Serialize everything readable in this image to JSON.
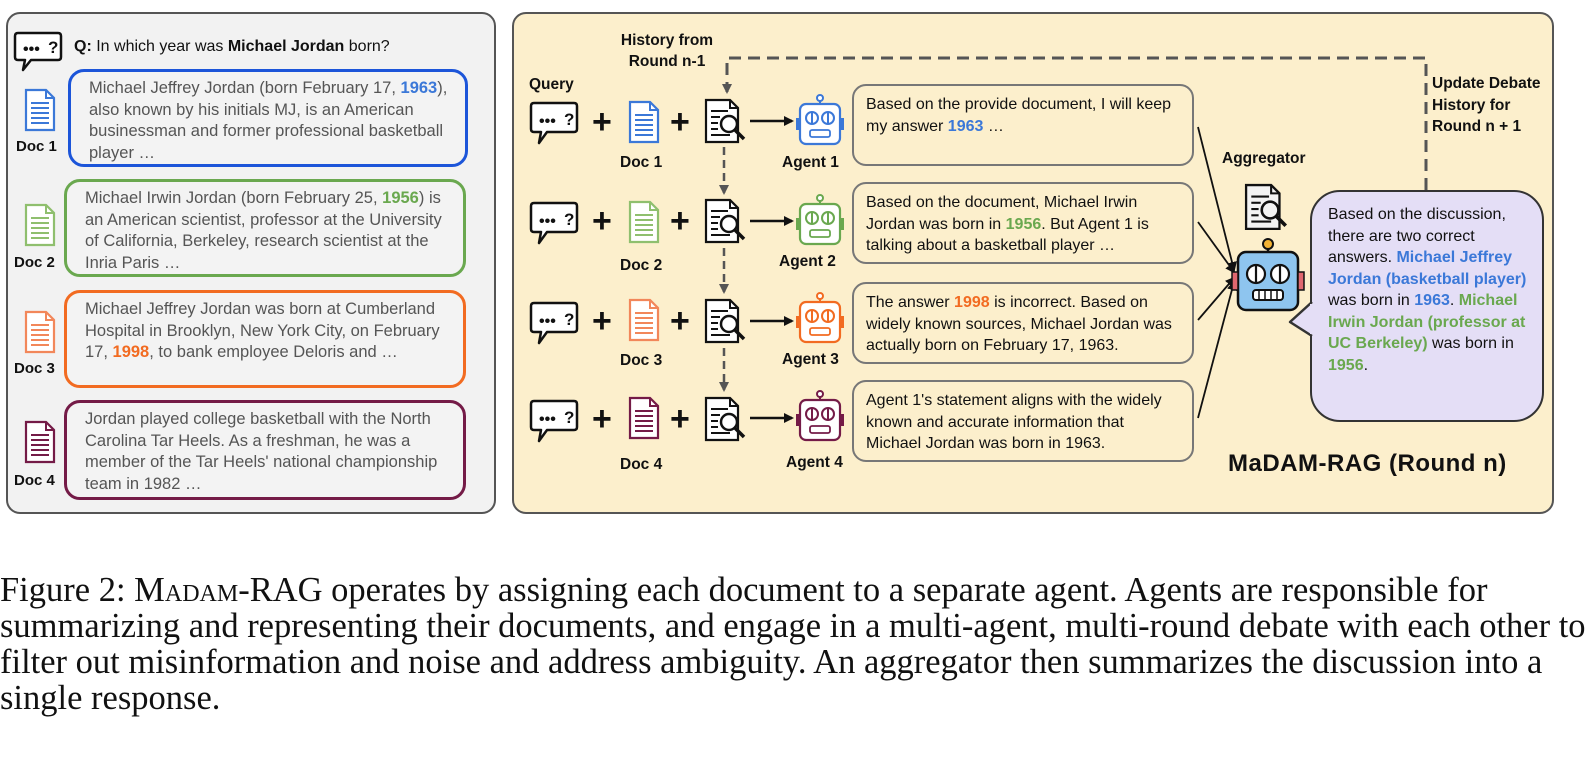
{
  "left_panel": {
    "question_prefix": "Q:",
    "question_pre": "In which year was ",
    "question_bold": "Michael Jordan",
    "question_post": " born?",
    "docs": [
      {
        "label": "Doc 1",
        "pre": "Michael Jeffrey Jordan (born February 17, ",
        "year": "1963",
        "post": "), also known by his initials MJ, is an American businessman and former professional basketball player …",
        "color": "#1c55d9"
      },
      {
        "label": "Doc 2",
        "pre": "Michael Irwin Jordan (born February 25, ",
        "year": "1956",
        "post": ") is an American scientist, professor at the University of California, Berkeley, research scientist at the Inria Paris …",
        "color": "#6aa84f"
      },
      {
        "label": "Doc 3",
        "pre": "Michael Jeffrey Jordan was born at Cumberland Hospital in Brooklyn, New York City, on February 17, ",
        "year": "1998",
        "post": ", to bank employee Deloris and …",
        "color": "#f26b21"
      },
      {
        "label": "Doc 4",
        "pre": "Jordan played college basketball with the North Carolina Tar Heels. As a freshman, he was a member of the Tar Heels' national championship team in 1982  …",
        "year": "",
        "post": "",
        "color": "#741b47"
      }
    ]
  },
  "right_panel": {
    "title": "MaDAM-RAG (Round n)",
    "query_label": "Query",
    "history_label": "History from Round n-1",
    "update_label": "Update Debate History for Round n + 1",
    "aggregator_label": "Aggregator",
    "plus_symbol": "+",
    "agents": [
      {
        "doc_label": "Doc 1",
        "agent_label": "Agent 1",
        "pre": "Based on the provide document, I will keep my answer ",
        "year": "1963",
        "post": " …",
        "color": "#3b78d8"
      },
      {
        "doc_label": "Doc 2",
        "agent_label": "Agent 2",
        "pre": "Based on the document, Michael Irwin Jordan was born in ",
        "year": "1956",
        "post": ". But Agent 1 is talking about a basketball player …",
        "color": "#6aa84f"
      },
      {
        "doc_label": "Doc 3",
        "agent_label": "Agent 3",
        "pre": "The answer ",
        "year": "1998",
        "post": " is incorrect. Based on widely known sources, Michael Jordan was actually born on February 17, 1963.",
        "color": "#f26b21"
      },
      {
        "doc_label": "Doc 4",
        "agent_label": "Agent 4",
        "pre": "Agent 1's statement aligns with the widely known and accurate information that Michael Jordan was born in 1963.",
        "year": "",
        "post": "",
        "color": "#741b47"
      }
    ],
    "aggregator": {
      "t1": "Based on the discussion, there are two correct answers. ",
      "t2": "Michael Jeffrey Jordan (basketball player)",
      "t3": " was born in ",
      "t4": "1963",
      "t5": ". ",
      "t6": "Michael Irwin Jordan (professor at UC Berkeley)",
      "t7": " was born in ",
      "t8": "1956",
      "t9": "."
    }
  },
  "caption": {
    "prefix": "Figure 2: ",
    "name": "MADAM",
    "name_first": "M",
    "name_rest": "adam",
    "suffix": "-RAG operates by assigning each document to a separate agent. Agents are responsible for summarizing and representing their documents, and engage in a multi-agent, multi-round debate with each other to filter out misinformation and noise and address ambiguity. An aggregator then summarizes the discussion into a single response."
  },
  "colors": {
    "blue": "#3b78d8",
    "green": "#6aa84f",
    "orange": "#f26b21",
    "purple": "#741b47",
    "agg_bg": "#e4def6",
    "panel_bg": "#fcefcc"
  },
  "icons": [
    "speech-bubble-icon",
    "document-icon",
    "document-search-icon",
    "robot-icon"
  ]
}
